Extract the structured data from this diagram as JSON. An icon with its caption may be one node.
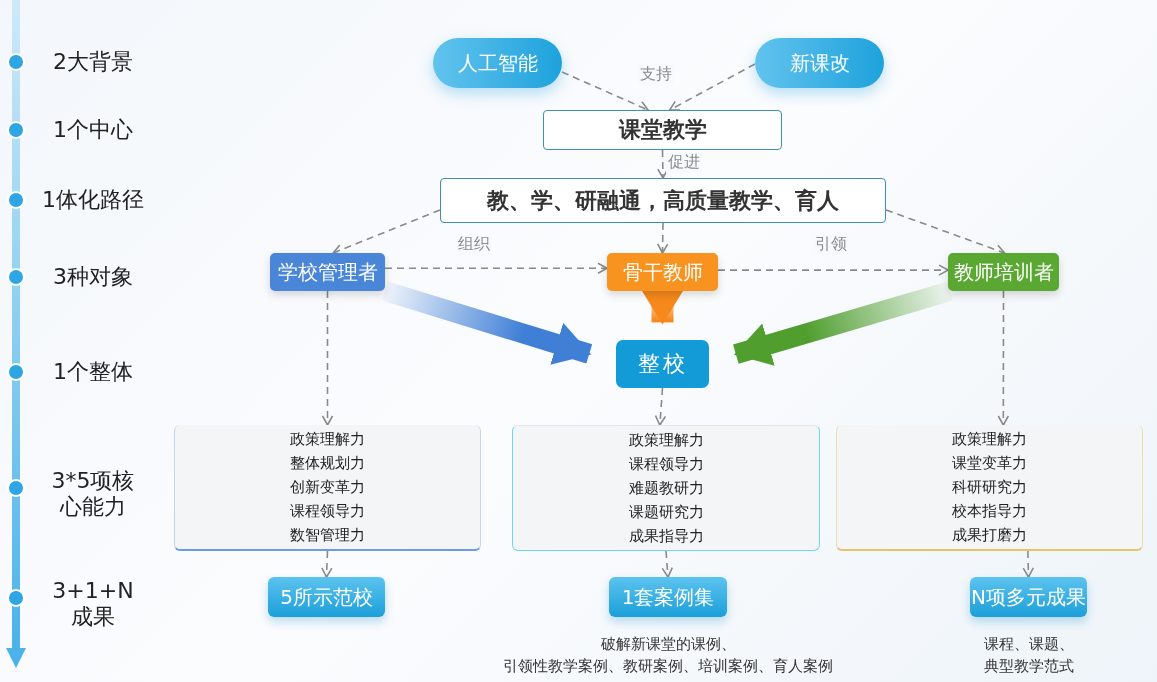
{
  "diagram": {
    "nodes": [
      {
        "text": [
          "人工智能"
        ]
      },
      {
        "text": [
          "新课改"
        ]
      },
      {
        "text": [
          "课堂教学"
        ]
      },
      {
        "text": [
          "教、学、研融通，高质量教学、育人"
        ]
      },
      {
        "text": [
          "学校管理者"
        ]
      },
      {
        "text": [
          "骨干教师"
        ]
      },
      {
        "text": [
          "教师培训者"
        ]
      },
      {
        "text": [
          "整校"
        ]
      },
      {
        "text": [
          "政策理解力",
          "整体规划力",
          "创新变革力",
          "课程领导力",
          "数智管理力"
        ]
      },
      {
        "text": [
          "政策理解力",
          "课程领导力",
          "难题教研力",
          "课题研究力",
          "成果指导力"
        ]
      },
      {
        "text": [
          "政策理解力",
          "课堂变革力",
          "科研研究力",
          "校本指导力",
          "成果打磨力"
        ]
      },
      {
        "text": [
          "5所示范校"
        ]
      },
      {
        "text": [
          "1套案例集"
        ],
        "beside": [
          "破解新课堂的课例、",
          "引领性教学案例、教研案例、培训案例、育人案例"
        ]
      },
      {
        "text": [
          "N项多元成果"
        ],
        "beside": [
          "课程、课题、",
          "典型教学范式"
        ]
      }
    ],
    "edges": [
      {
        "from": 0,
        "to": 2,
        "arrow": "to",
        "label": "支持"
      },
      {
        "from": 1,
        "to": 2,
        "arrow": "to"
      },
      {
        "from": 2,
        "to": 3,
        "arrow": "to",
        "label": "促进"
      },
      {
        "from": 3,
        "to": 4,
        "arrow": "to"
      },
      {
        "from": 3,
        "to": 5,
        "arrow": "to"
      },
      {
        "from": 3,
        "to": 6,
        "arrow": "to"
      },
      {
        "from": 4,
        "to": 5,
        "arrow": "to",
        "label": "组织"
      },
      {
        "from": 5,
        "to": 6,
        "arrow": "to",
        "label": "引领"
      },
      {
        "from": 4,
        "to": 7,
        "arrow": "to",
        "style": "thick",
        "color": "#3f7fd6"
      },
      {
        "from": 6,
        "to": 7,
        "arrow": "to",
        "style": "thick",
        "color": "#4f9e2e"
      },
      {
        "from": 5,
        "to": 7,
        "arrow": "to",
        "style": "thick",
        "color": "#f7891c"
      },
      {
        "from": 4,
        "to": 8,
        "arrow": "to"
      },
      {
        "from": 7,
        "to": 9,
        "arrow": "to"
      },
      {
        "from": 6,
        "to": 10,
        "arrow": "to"
      },
      {
        "from": 8,
        "to": 11,
        "arrow": "to"
      },
      {
        "from": 9,
        "to": 12,
        "arrow": "to"
      },
      {
        "from": 10,
        "to": 13,
        "arrow": "to"
      }
    ],
    "labels": [
      "2大背景",
      "1个中心",
      "1体化路径",
      "3种对象",
      "1个整体",
      "3*5项核心能力",
      "3+1+N成果"
    ]
  }
}
